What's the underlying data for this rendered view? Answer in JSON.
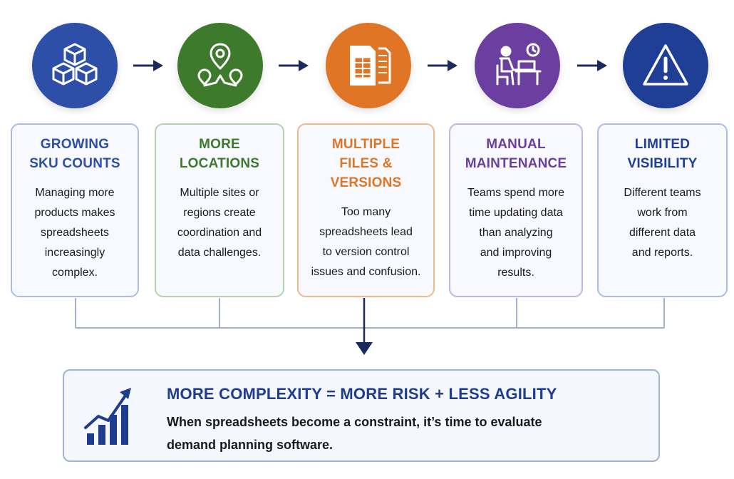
{
  "steps": [
    {
      "title_line1": "GROWING",
      "title_line2": "SKU COUNTS",
      "body": [
        "Managing more",
        "products makes",
        "spreadsheets",
        "increasingly",
        "complex."
      ],
      "color": "#2d4fa8",
      "icon": "cubes-icon"
    },
    {
      "title_line1": "MORE",
      "title_line2": "LOCATIONS",
      "body": [
        "Multiple sites or",
        "regions create",
        "coordination and",
        "data challenges."
      ],
      "color": "#3d7a2c",
      "icon": "map-pin-route-icon"
    },
    {
      "title_line1": "MULTIPLE",
      "title_line2": "FILES & VERSIONS",
      "body": [
        "Too many",
        "spreadsheets lead",
        "to version control",
        "issues and confusion."
      ],
      "color": "#e07526",
      "icon": "spreadsheet-files-icon"
    },
    {
      "title_line1": "MANUAL",
      "title_line2": "MAINTENANCE",
      "body": [
        "Teams spend more",
        "time updating data",
        "than analyzing",
        "and improving",
        "results."
      ],
      "color": "#6b3fa0",
      "icon": "person-at-desk-icon"
    },
    {
      "title_line1": "LIMITED",
      "title_line2": "VISIBILITY",
      "body": [
        "Different teams",
        "work from",
        "different data",
        "and reports."
      ],
      "color": "#1f3f96",
      "icon": "warning-icon"
    }
  ],
  "summary": {
    "title": "MORE COMPLEXITY = MORE RISK + LESS AGILITY",
    "body_line1": "When spreadsheets become a constraint, it’s time to evaluate",
    "body_line2": "demand planning software.",
    "icon": "growth-chart-icon"
  },
  "colors": {
    "navy": "#1b2a5e",
    "card_border_blue": "#a9bde6",
    "card_border_green": "#b5d3a8",
    "card_border_orange": "#efb98a",
    "card_border_purple": "#c6b3e0"
  }
}
